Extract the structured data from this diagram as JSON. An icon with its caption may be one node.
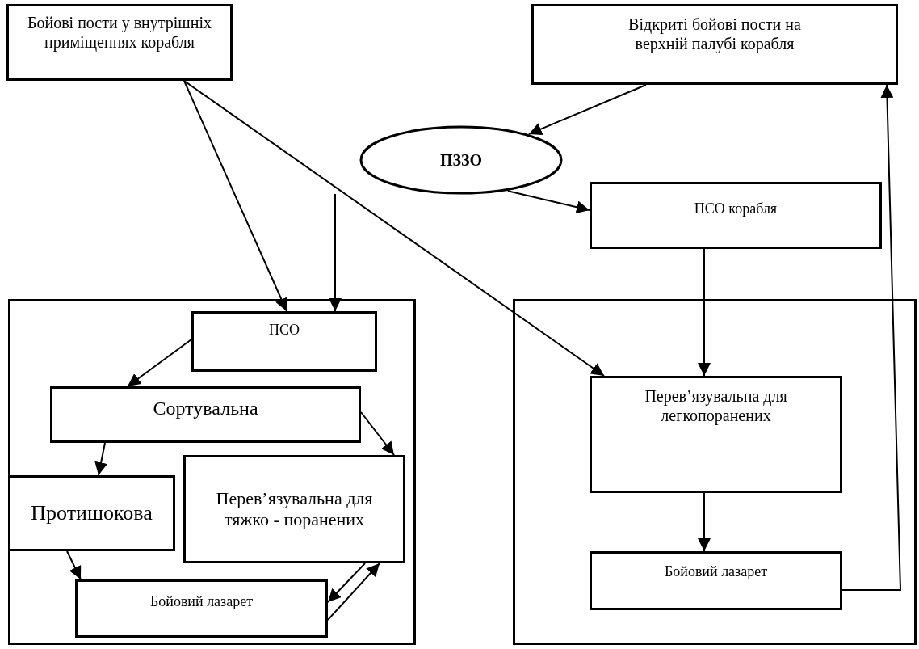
{
  "diagram": {
    "nodes": [
      {
        "text": [
          "Бойові пости у внутрішніх приміщеннях корабля"
        ]
      },
      {
        "text": [
          "Відкриті бойові пости на верхній палубі корабля"
        ]
      },
      {
        "text": [
          "ПЗЗО"
        ]
      },
      {
        "text": [
          "ПСО корабля"
        ]
      },
      {
        "text": [],
        "shape": "box"
      },
      {
        "text": [
          "ПСО"
        ],
        "in": 4
      },
      {
        "text": [
          "Сортувальна"
        ],
        "in": 4
      },
      {
        "text": [
          "Протишокова"
        ],
        "in": 4
      },
      {
        "text": [
          "Перев’язувальна для тяжко - поранених"
        ],
        "in": 4
      },
      {
        "text": [
          "Бойовий лазарет"
        ],
        "in": 4
      },
      {
        "text": [],
        "shape": "box"
      },
      {
        "text": [
          "Перев’язувальна для легкопоранених"
        ],
        "in": 10
      },
      {
        "text": [
          "Бойовий лазарет"
        ],
        "in": 10
      }
    ],
    "edges": [
      {
        "from": 0,
        "to": 5,
        "arrow": "to"
      },
      {
        "from": null,
        "to": 5,
        "arrow": "to"
      },
      {
        "from": 0,
        "to": 11,
        "arrow": "to"
      },
      {
        "from": 1,
        "to": 2,
        "arrow": "to"
      },
      {
        "from": 2,
        "to": 3,
        "arrow": "to"
      },
      {
        "from": 3,
        "to": 11,
        "arrow": "to"
      },
      {
        "from": 5,
        "to": 6,
        "arrow": "to"
      },
      {
        "from": 6,
        "to": 7,
        "arrow": "to"
      },
      {
        "from": 6,
        "to": 8,
        "arrow": "to"
      },
      {
        "from": 7,
        "to": 9,
        "arrow": "to"
      },
      {
        "from": 8,
        "to": 9,
        "arrow": "to"
      },
      {
        "from": 9,
        "to": 8,
        "arrow": "to"
      },
      {
        "from": 11,
        "to": 12,
        "arrow": "to"
      },
      {
        "from": 12,
        "to": 1,
        "arrow": "to"
      }
    ]
  }
}
